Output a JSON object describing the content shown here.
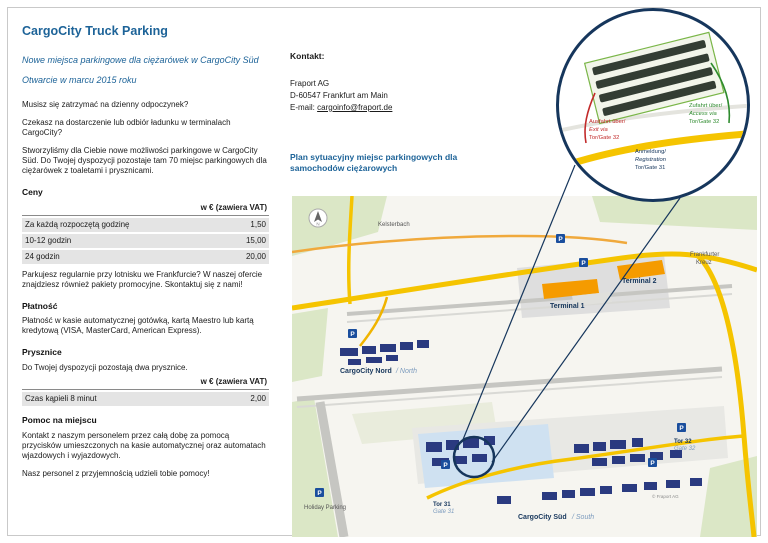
{
  "doc": {
    "title": "CargoCity Truck Parking",
    "subtitle1": "Nowe miejsca parkingowe dla ciężarówek w CargoCity Süd",
    "subtitle2": "Otwarcie w marcu 2015 roku",
    "intro1": "Musisz się zatrzymać na dzienny odpoczynek?",
    "intro2": "Czekasz na dostarczenie lub odbiór ładunku w terminalach CargoCity?",
    "intro3": "Stworzyliśmy dla Ciebie nowe możliwości parkingowe w CargoCity Süd. Do Twojej dyspozycji pozostaje tam 70 miejsc parkingowych dla ciężarówek z toaletami i prysznicami."
  },
  "prices": {
    "heading": "Ceny",
    "col_header": "w € (zawiera VAT)",
    "rows": [
      {
        "label": "Za każdą rozpoczętą godzinę",
        "value": "1,50"
      },
      {
        "label": "10-12 godzin",
        "value": "15,00"
      },
      {
        "label": "24 godzin",
        "value": "20,00"
      }
    ],
    "note": "Parkujesz regularnie przy lotnisku we Frankfurcie? W naszej ofercie znajdziesz również pakiety promocyjne. Skontaktuj się z nami!"
  },
  "payment": {
    "heading": "Płatność",
    "text": "Płatność w kasie automatycznej gotówką, kartą Maestro lub kartą kredytową (VISA, MasterCard, American Express)."
  },
  "showers": {
    "heading": "Prysznice",
    "text": "Do Twojej dyspozycji pozostają dwa prysznice.",
    "col_header": "w € (zawiera VAT)",
    "rows": [
      {
        "label": "Czas kąpieli 8 minut",
        "value": "2,00"
      }
    ]
  },
  "help": {
    "heading": "Pomoc na miejscu",
    "text1": "Kontakt z naszym personelem przez całą dobę za pomocą przycisków umieszczonych na kasie automatycznej oraz automatach wjazdowych i wyjazdowych.",
    "text2": "Nasz personel z przyjemnością udzieli tobie pomocy!"
  },
  "contact": {
    "heading": "Kontakt:",
    "line1": "Fraport AG",
    "line2": "D-60547 Frankfurt am Main",
    "email_label": "E-mail: ",
    "email": "cargoinfo@fraport.de"
  },
  "map": {
    "caption": "Plan sytuacyjny miejsc parkingowych dla samochodów ciężarowych",
    "labels": {
      "kelsterbach": "Kelsterbach",
      "terminal1": "Terminal 1",
      "terminal2": "Terminal 2",
      "cargocity_nord": "CargoCity Nord",
      "cargocity_nord_en": "/ North",
      "cargocity_sued": "CargoCity Süd",
      "cargocity_sued_en": "/ South",
      "frankfurter_kreuz_1": "Frankfurter",
      "frankfurter_kreuz_2": "Kreuz",
      "tor31": "Tor 31",
      "gate31": "Gate 31",
      "tor32": "Tor 32",
      "gate32": "Gate 32",
      "holiday_parking": "Holiday Parking",
      "copyright": "© Fraport AG",
      "compass": "N",
      "p_icon": "P"
    },
    "inset": {
      "zufahrt_1": "Zufahrt über/",
      "zufahrt_2": "Access via",
      "zufahrt_3": "Tor/Gate 32",
      "ausfahrt_1": "Ausfahrt über/",
      "ausfahrt_2": "Exit via",
      "ausfahrt_3": "Tor/Gate 32",
      "anmeldung_1": "Anmeldung/",
      "anmeldung_2": "Registration",
      "anmeldung_3": "Tor/Gate 31"
    }
  },
  "colors": {
    "accent_blue": "#1d6398",
    "navy": "#16365c",
    "road_yellow": "#f5c400",
    "terminal_orange": "#f59b00",
    "building_navy": "#2a3a80",
    "highlight_blue": "#cfe1f1",
    "green_label": "#2e8b2e",
    "red_label": "#c22a2a"
  }
}
